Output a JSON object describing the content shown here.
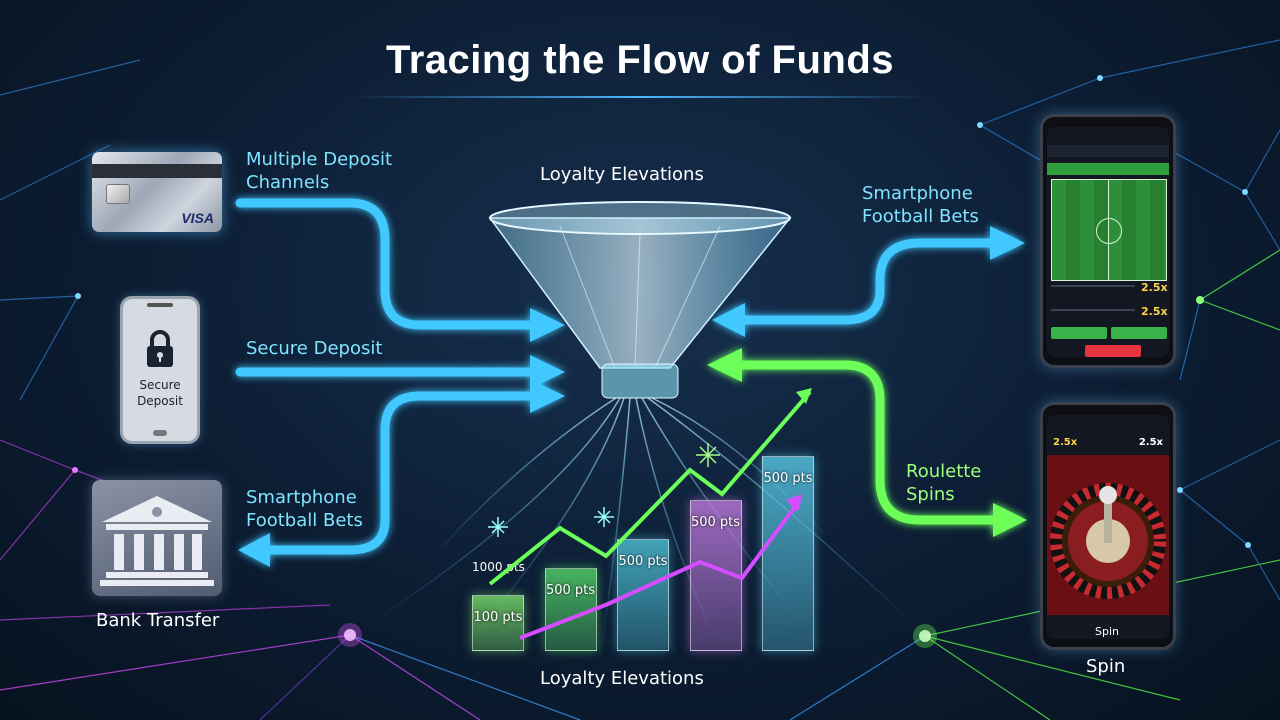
{
  "title": "Tracing the Flow of Funds",
  "sources": {
    "card_label": "Multiple Deposit Channels",
    "card_brand": "VISA",
    "secure_label": "Secure Deposit",
    "secure_phone_text": "Secure Deposit",
    "outgoing_label": "Smartphone Football Bets",
    "bank_label": "Bank Transfer"
  },
  "funnel": {
    "top_label": "Loyalty Elevations",
    "bottom_label": "Loyalty Elevations"
  },
  "right": {
    "football_label": "Smartphone Football Bets",
    "roulette_label": "Roulette Spins",
    "spin_label": "Spin"
  },
  "loyalty_bars": {
    "float_label": "1000 pts",
    "items": [
      {
        "label": "100 pts",
        "level": 0.28,
        "color": "#7be06a"
      },
      {
        "label": "500 pts",
        "level": 0.42,
        "color": "#55d86a"
      },
      {
        "label": "500 pts",
        "level": 0.57,
        "color": "#4fc3d8"
      },
      {
        "label": "500 pts",
        "level": 0.77,
        "color": "#c07adf"
      },
      {
        "label": "500 pts",
        "level": 1.0,
        "color": "#58c9e6"
      }
    ]
  },
  "phone_football": {
    "odds_1": "2.5x",
    "odds_2": "2.5x"
  },
  "phone_roulette": {
    "odds_left": "2.5x",
    "odds_right": "2.5x",
    "spin_button": "Spin"
  },
  "colors": {
    "accent_cyan": "#3fc8ff",
    "accent_green": "#6cff5a",
    "accent_magenta": "#d64dff"
  }
}
